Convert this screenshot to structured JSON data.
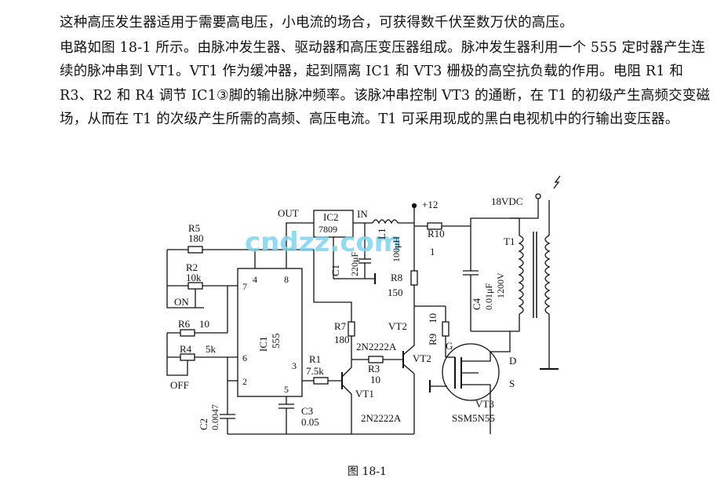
{
  "text": {
    "p1": "这种高压发生器适用于需要高电压，小电流的场合，可获得数千伏至数万伏的高压。",
    "p2": "电路如图 18-1 所示。由脉冲发生器、驱动器和高压变压器组成。脉冲发生器利用一个 555 定时器产生连续的脉冲串到 VT1。VT1 作为缓冲器，起到隔离 IC1 和 VT3 栅极的高空抗负载的作用。电阻 R1 和 R3、R2 和 R4 调节 IC1③脚的输出脉冲频率。该脉冲串控制 VT3 的通断，在 T1 的初级产生高频交变磁场，从而在 T1 的次级产生所需的高频、高压电流。T1 可采用现成的黑白电视机中的行输出变压器。"
  },
  "caption": "图 18-1",
  "watermark": "cndzz.com",
  "labels": {
    "out": "OUT",
    "in": "IN",
    "ic2": "IC2",
    "ic2_part": "7809",
    "plus12": "+12",
    "vdc": "18VDC",
    "r5": "R5",
    "r5_val": "180",
    "r2": "R2",
    "r2_val": "10k",
    "on": "ON",
    "r6": "R6",
    "r6_val": "10",
    "r4": "R4",
    "r4_val": "5k",
    "off": "OFF",
    "c2": "C2",
    "c2_val": "0.0047",
    "c3": "C3",
    "c3_val": "0.05",
    "ic1": "IC1",
    "ic1_part": "555",
    "pin4": "4",
    "pin8": "8",
    "pin7": "7",
    "pin6": "6",
    "pin2": "2",
    "pin3": "3",
    "pin5": "5",
    "c1": "C1",
    "c1_val": "220μF",
    "l1": "L1",
    "l1_val": "100μH",
    "r10": "R10",
    "r10_val": "1",
    "r8": "R8",
    "r8_val": "150",
    "r7": "R7",
    "r7_val": "180",
    "r1": "R1",
    "r1_val": "7.5k",
    "r3": "R3",
    "r3_val": "10",
    "vt1": "VT1",
    "vt2": "VT2",
    "vt2_top": "VT2",
    "q_part1": "2N2222A",
    "q_part2": "2N2222A",
    "r9": "R9",
    "r9_val": "10",
    "c4": "C4",
    "c4_val": "0.01μF",
    "c4_v": "1200V",
    "t1": "T1",
    "g": "G",
    "d": "D",
    "s": "S",
    "vt3": "VT3",
    "vt3_part": "SSM5N55"
  }
}
